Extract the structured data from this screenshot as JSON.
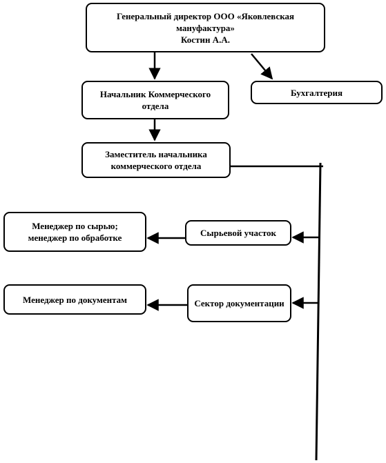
{
  "nodes": {
    "ceo": "Генеральный директор ООО «Яковлевская мануфактура»\nКостин А.А.",
    "accounting": "Бухгалтерия",
    "commercial_head": "Начальник Коммерческого отдела",
    "deputy_head": "Заместитель начальника коммерческого отдела",
    "raw_section": "Сырьевой участок",
    "raw_manager": "Менеджер по сырью;\nменеджер по обработке",
    "doc_sector": "Сектор документации",
    "doc_manager": "Менеджер по документам"
  },
  "edges": [
    {
      "from": "ceo",
      "to": "commercial_head"
    },
    {
      "from": "ceo",
      "to": "accounting"
    },
    {
      "from": "commercial_head",
      "to": "deputy_head"
    },
    {
      "from": "deputy_head",
      "to": "raw_section"
    },
    {
      "from": "deputy_head",
      "to": "doc_sector"
    },
    {
      "from": "raw_section",
      "to": "raw_manager"
    },
    {
      "from": "doc_sector",
      "to": "doc_manager"
    }
  ]
}
